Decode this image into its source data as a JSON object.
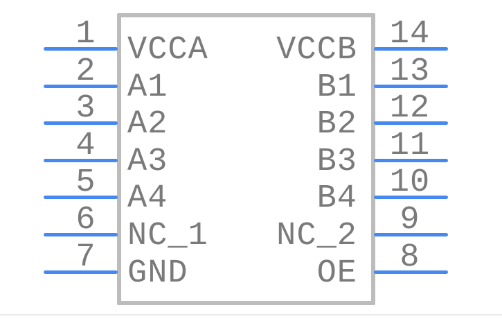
{
  "diagram": {
    "colors": {
      "pin_line": "#4688f1",
      "text": "#7a7a7a",
      "body_border": "#bcbcbc",
      "page_edge": "#e9ebec"
    },
    "left_pins": [
      {
        "number": "1",
        "name": "VCCA"
      },
      {
        "number": "2",
        "name": "A1"
      },
      {
        "number": "3",
        "name": "A2"
      },
      {
        "number": "4",
        "name": "A3"
      },
      {
        "number": "5",
        "name": "A4"
      },
      {
        "number": "6",
        "name": "NC_1"
      },
      {
        "number": "7",
        "name": "GND"
      }
    ],
    "right_pins": [
      {
        "number": "14",
        "name": "VCCB"
      },
      {
        "number": "13",
        "name": "B1"
      },
      {
        "number": "12",
        "name": "B2"
      },
      {
        "number": "11",
        "name": "B3"
      },
      {
        "number": "10",
        "name": "B4"
      },
      {
        "number": "9",
        "name": "NC_2"
      },
      {
        "number": "8",
        "name": "OE"
      }
    ]
  }
}
